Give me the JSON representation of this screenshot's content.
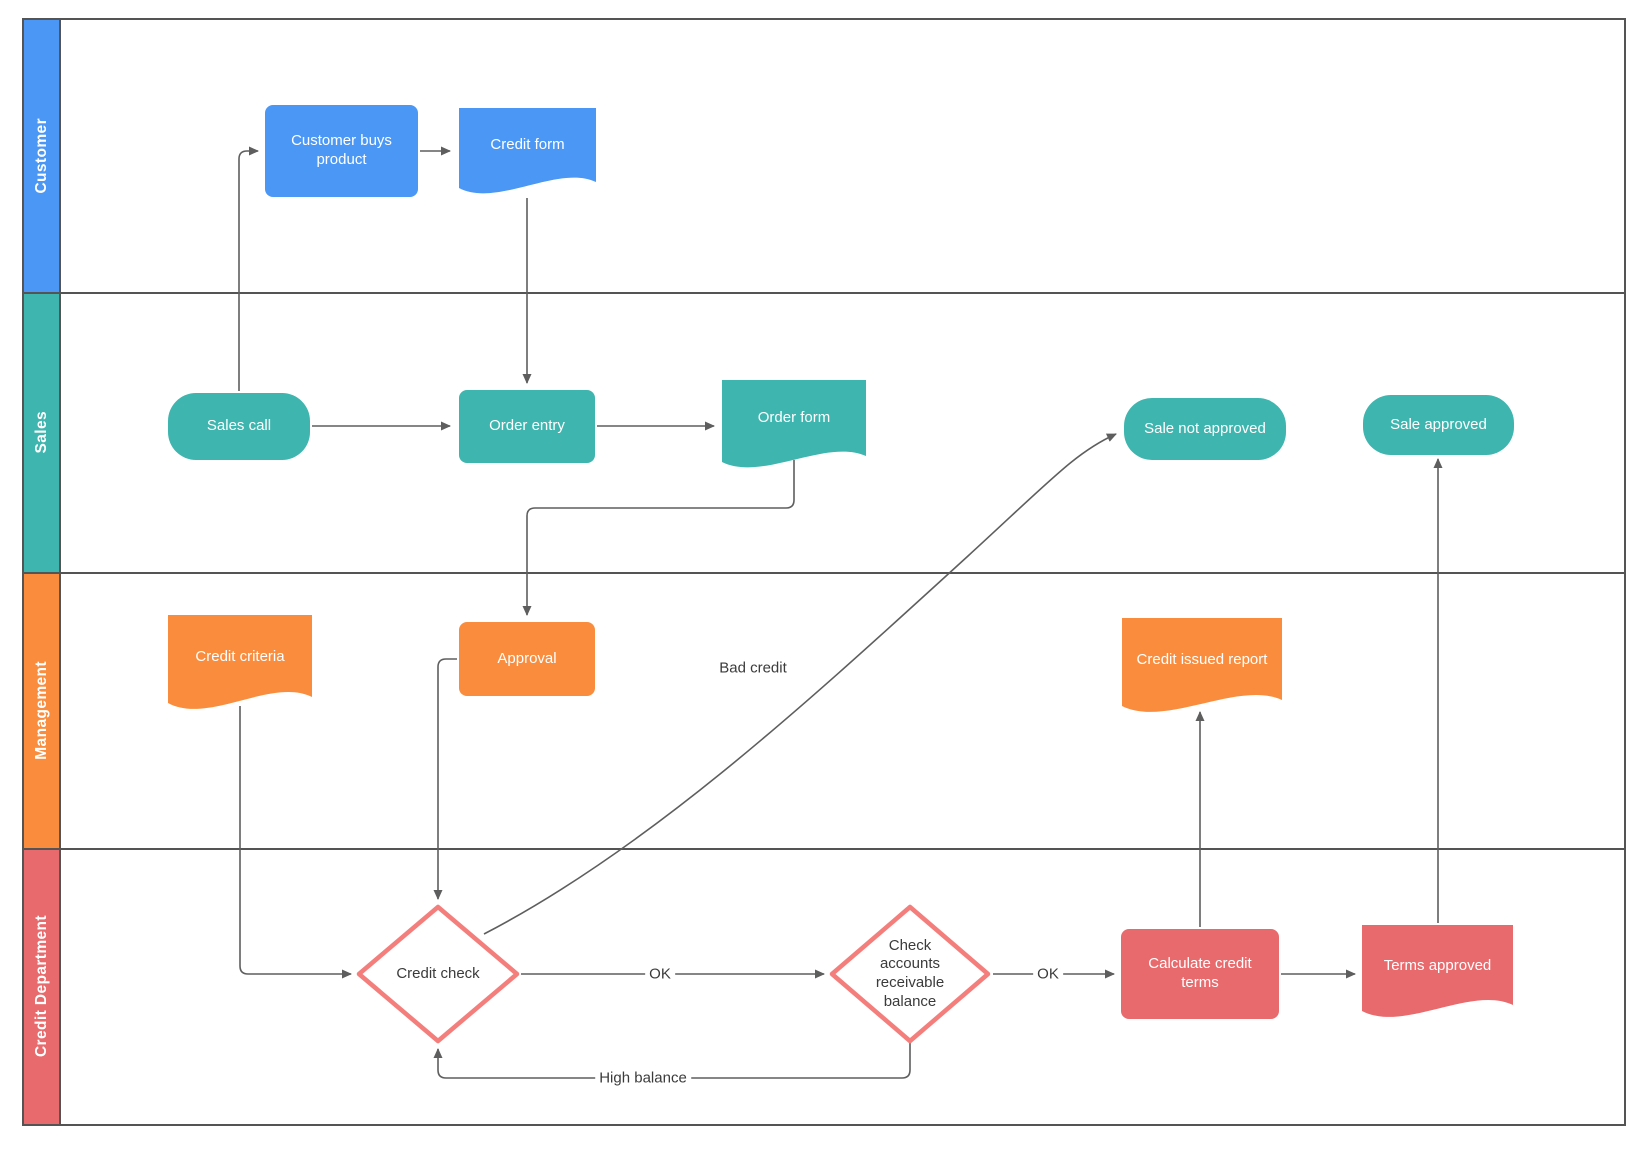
{
  "lanes": [
    {
      "label": "Customer",
      "color": "#4A97F6"
    },
    {
      "label": "Sales",
      "color": "#3EB5AE"
    },
    {
      "label": "Management",
      "color": "#F98D3D"
    },
    {
      "label": "Credit Department",
      "color": "#E86A6D"
    }
  ],
  "nodes": {
    "customer_buys_product": {
      "label": "Customer buys product",
      "shape": "process",
      "color": "#4A97F6"
    },
    "credit_form": {
      "label": "Credit form",
      "shape": "document",
      "color": "#4A97F6"
    },
    "sales_call": {
      "label": "Sales call",
      "shape": "terminator",
      "color": "#3EB5AE"
    },
    "order_entry": {
      "label": "Order entry",
      "shape": "process",
      "color": "#3EB5AE"
    },
    "order_form": {
      "label": "Order form",
      "shape": "document",
      "color": "#3EB5AE"
    },
    "sale_not_approved": {
      "label": "Sale not approved",
      "shape": "terminator",
      "color": "#3EB5AE"
    },
    "sale_approved": {
      "label": "Sale approved",
      "shape": "terminator",
      "color": "#3EB5AE"
    },
    "credit_criteria": {
      "label": "Credit criteria",
      "shape": "document",
      "color": "#F98D3D"
    },
    "approval": {
      "label": "Approval",
      "shape": "process",
      "color": "#F98D3D"
    },
    "credit_issued_report": {
      "label": "Credit issued report",
      "shape": "document",
      "color": "#F98D3D"
    },
    "credit_check": {
      "label": "Credit check",
      "shape": "decision",
      "border_color": "#F37E7B"
    },
    "check_accounts_receivable_balance": {
      "label": "Check accounts receivable balance",
      "shape": "decision",
      "border_color": "#F37E7B"
    },
    "calculate_credit_terms": {
      "label": "Calculate credit terms",
      "shape": "process",
      "color": "#E86A6D"
    },
    "terms_approved": {
      "label": "Terms approved",
      "shape": "document",
      "color": "#E86A6D"
    }
  },
  "edge_labels": {
    "credit_check_ok": "OK",
    "accounts_ok": "OK",
    "bad_credit": "Bad credit",
    "high_balance": "High balance"
  },
  "colors": {
    "connector": "#5E5E5E",
    "frame": "#545454",
    "decision_border": "#F37E7B",
    "decision_text": "#3B3B3B",
    "canvas": "#FFFFFF"
  }
}
